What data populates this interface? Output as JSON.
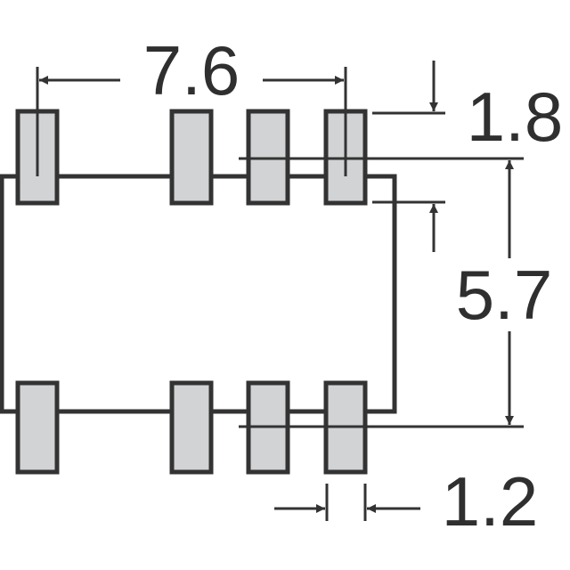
{
  "dimensions": {
    "width_label": "7.6",
    "pad_length_label": "1.8",
    "body_height_label": "5.7",
    "pad_width_label": "1.2"
  },
  "pads": {
    "top_row_count": 4,
    "bottom_row_count": 4
  },
  "colors": {
    "outline": "#333333",
    "pad_fill": "#d1d3d4",
    "label_text": "#2f2f2f"
  }
}
